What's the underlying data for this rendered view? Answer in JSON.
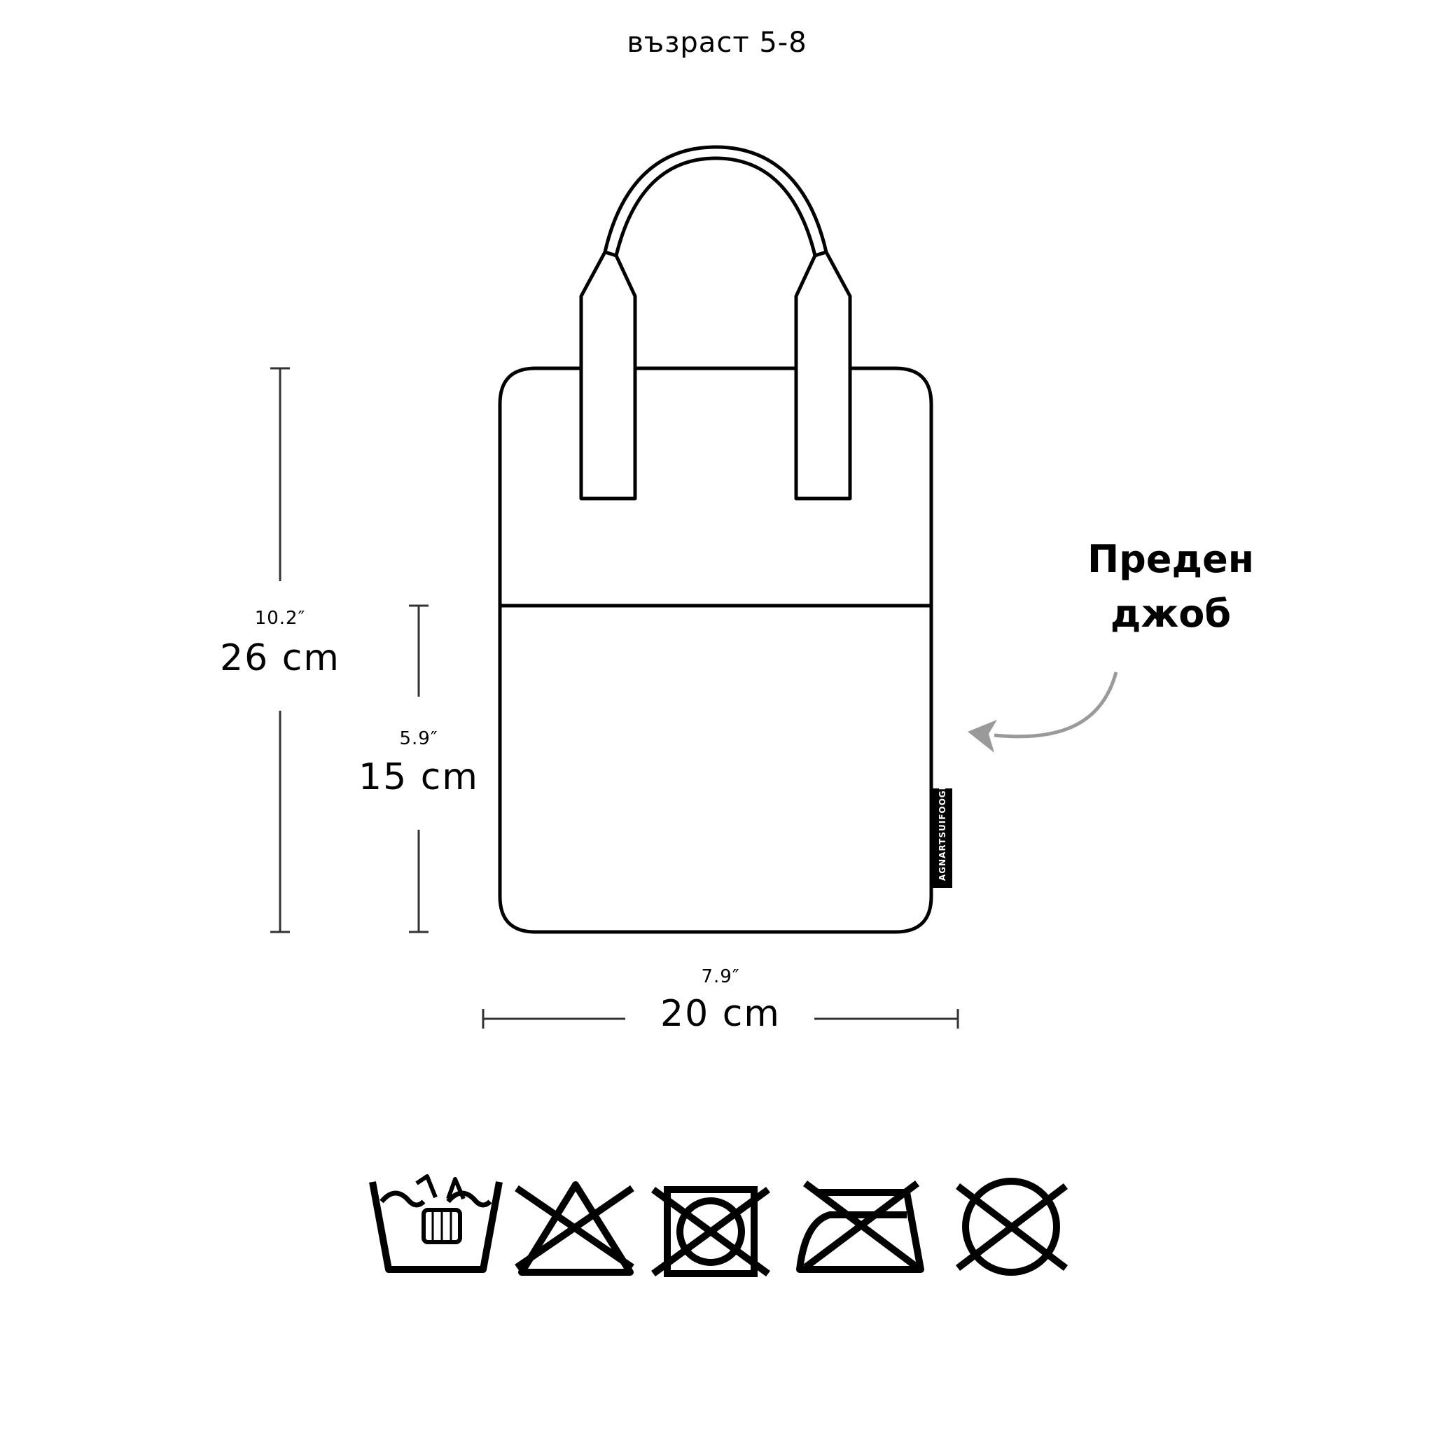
{
  "title": "възраст 5-8",
  "dimensions": {
    "height_in": "10.2″",
    "height_cm": "26 cm",
    "pocket_height_in": "5.9″",
    "pocket_height_cm": "15 cm",
    "width_in": "7.9″",
    "width_cm": "20 cm"
  },
  "pocket_label": {
    "line1": "Преден",
    "line2": "джоб"
  },
  "brand_tag": "AGNARTSUIFOOGH",
  "care_icons": [
    "hand-wash-icon",
    "do-not-bleach-icon",
    "do-not-tumble-dry-icon",
    "do-not-iron-icon",
    "do-not-dry-clean-icon"
  ]
}
